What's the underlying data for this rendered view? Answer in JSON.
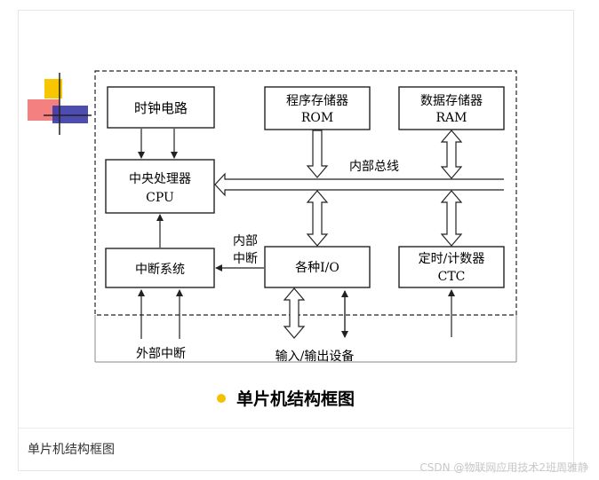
{
  "diagram": {
    "boxes": {
      "clock": "时钟电路",
      "rom_line1": "程序存储器",
      "rom_line2": "ROM",
      "ram_line1": "数据存储器",
      "ram_line2": "RAM",
      "cpu_line1": "中央处理器",
      "cpu_line2": "CPU",
      "interrupt": "中断系统",
      "io": "各种I/O",
      "ctc_line1": "定时/计数器",
      "ctc_line2": "CTC"
    },
    "labels": {
      "internal_bus": "内部总线",
      "internal_interrupt_line1": "内部",
      "internal_interrupt_line2": "中断",
      "external_interrupt": "外部中断",
      "io_devices": "输入/输出设备"
    },
    "title": "单片机结构框图",
    "title_bullet_color": "#f2c200"
  },
  "caption": "单片机结构框图",
  "watermark": "CSDN @物联网应用技术2班周雅静",
  "colors": {
    "logo_yellow": "#f7c600",
    "logo_red": "#f26a6a",
    "logo_blue": "#3a3aa8"
  }
}
